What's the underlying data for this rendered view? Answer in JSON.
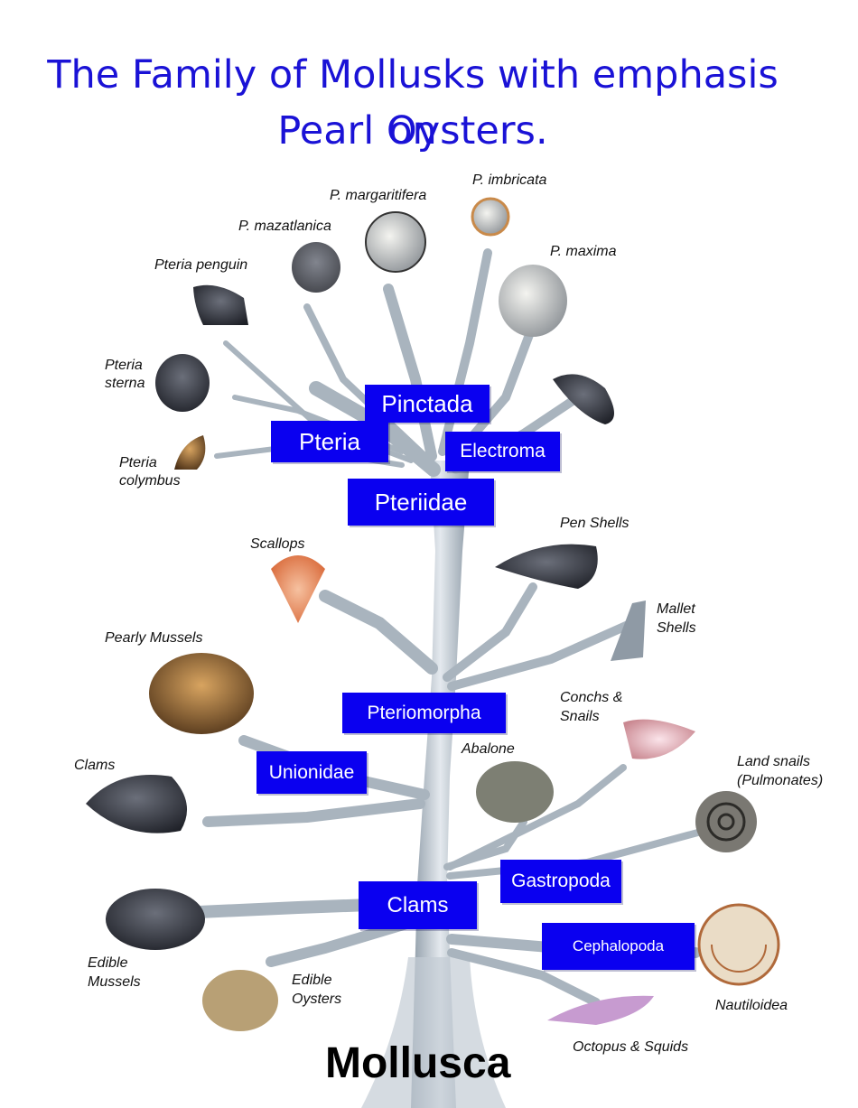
{
  "title": {
    "line1": "The Family of Mollusks with emphasis on",
    "line2": "Pearl Oysters."
  },
  "root_label": "Mollusca",
  "taxa_boxes": {
    "pinctada": "Pinctada",
    "pteria": "Pteria",
    "electroma": "Electroma",
    "pteriidae": "Pteriidae",
    "pteriomorpha": "Pteriomorpha",
    "unionidae": "Unionidae",
    "gastropoda": "Gastropoda",
    "clams": "Clams",
    "cephalopoda": "Cephalopoda"
  },
  "species_labels": {
    "p_imbricata": "P. imbricata",
    "p_margaritifera": "P. margaritifera",
    "p_mazatlanica": "P. mazatlanica",
    "p_maxima": "P. maxima",
    "pteria_penguin": "Pteria penguin",
    "pteria_sterna_1": "Pteria",
    "pteria_sterna_2": "sterna",
    "pteria_colymbus_1": "Pteria",
    "pteria_colymbus_2": "colymbus",
    "pen_shells": "Pen Shells",
    "scallops": "Scallops",
    "mallet_1": "Mallet",
    "mallet_2": "Shells",
    "pearly_mussels": "Pearly Mussels",
    "conchs_1": "Conchs &",
    "conchs_2": "Snails",
    "abalone": "Abalone",
    "clams": "Clams",
    "land_snails_1": "Land snails",
    "land_snails_2": "(Pulmonates)",
    "edible_mussels_1": "Edible",
    "edible_mussels_2": "Mussels",
    "edible_oysters_1": "Edible",
    "edible_oysters_2": "Oysters",
    "nautiloidea": "Nautiloidea",
    "octopus": "Octopus & Squids"
  },
  "colors": {
    "title": "#1a12d6",
    "box_fill": "#0a00f0",
    "box_text": "#ffffff",
    "tree": "#b7c2cc"
  }
}
